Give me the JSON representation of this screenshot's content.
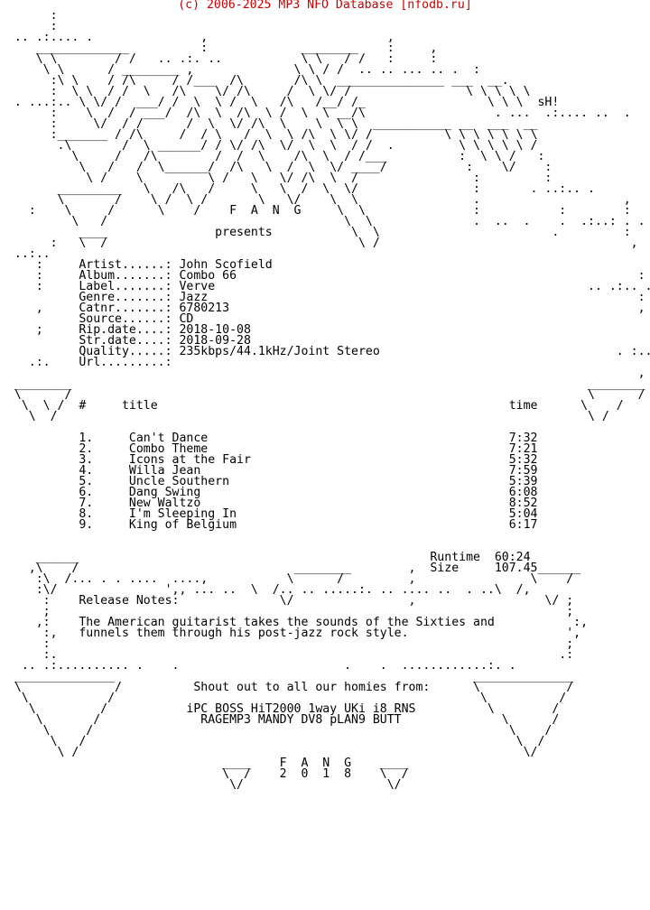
{
  "header": {
    "copyright": "(c) 2006-2025 MP3 NFO Database [nfodb.ru]"
  },
  "nfo_lines": [
    "       :",
    "       :",
    "  .. .:.... .               ,                         ,",
    "     _____________          :             ________    :     ,",
    "     \\ \\        / /   .. .:. ..           \\ \\   / /   :     :",
    "      \\ \\      / ________ ,              \\ \\ / /  .. .. ... .. .  :",
    "       :\\ \\    / /\\     / /___  /\\       /\\ \\  _______________ ___  __.",
    "       :  \\ \\  / /  \\   /\\    \\/ /\\     /  \\ \\/ /                \\ \\ \\ \\ \\",
    "  . ...:.. \\ \\/ /  ___/ /  \\  \\ /  \\   /\\   /__/ /_                 \\ \\ \\  sH!",
    "       :    \\  /  / ___/  /\\  \\  /\\  \\ /  \\  \\ __/\\                  . ...  .:.... ..  .",
    "       :     \\/  / /      /  \\  \\/ /\\  \\    \\  \\ \\  ___________ __  ___  __",
    "       :_______ / /\\     /  / \\   /  \\  \\ /\\  \\ \\/ /          \\ \\ \\ \\ \\ \\ \\",
    "        .\\       /  \\ ______/ / \\/ /\\  \\/  \\  \\  / /  .         \\ \\ \\ \\ \\ /",
    "          \\     /   /\\        /  /  \\    /\\  \\  / /___          :  \\ \\ /   :",
    "           \\   /   /  \\______/  /\\   \\  /  \\  \\/ ____/           :    \\/    :",
    "            \\ /    \\         \\ /   \\   \\/ /\\  \\  /                :         :",
    "        _________   \\   /\\   /     \\   \\  /  \\  \\/                :       . ..:.. .",
    "        \\       /    \\ /  \\ /       \\   \\/    \\  \\                .                    ,",
    "    :    \\     /      \\    /    F  A  N  G     \\  \\               :           :        :",
    "          \\   /                                 \\  \\              .  ..  .    .  .:..: . .",
    "           ____               presents           \\  \\                        .         :",
    "       :   \\  /                                   \\ /                                   ,",
    "  ..:..",
    "     :     Artist......: John Scofield",
    "     :     Album.......: Combo 66                                                        :",
    "     :     Label.......: Verve                                                    .. .:.. .",
    "           Genre.......: Jazz                                                            :",
    "     ,     Catnr.......: 6780213                                                         ,",
    "           Source......: CD",
    "     ;     Rip.date....: 2018-10-08",
    "           Str.date....: 2018-09-28",
    "           Quality.....: 235kbps/44.1kHz/Joint Stereo                                 . :..",
    "    .:.    Url.........:",
    "                                                                                         ,",
    "  ________                                                                        ________",
    "  \\      /                                                                        \\      /",
    "   \\  \\ /  #     title                                                 time      \\    /",
    "    \\  /                                                                          \\ /",
    "",
    "           1.     Can't Dance                                          7:32",
    "           2.     Combo Theme                                          7:21",
    "           3.     Icons at the Fair                                    5:32",
    "           4.     Willa Jean                                           7:59",
    "           5.     Uncle Southern                                       5:39",
    "           6.     Dang Swing                                           6:08",
    "           7.     New Waltzo                                           8:52",
    "           8.     I'm Sleeping In                                      5:04",
    "           9.     King of Belgium                                      6:17",
    "",
    "",
    "     ______                                                 Runtime  60:24",
    "    ,\\    /                              ________        ,  Size     107.45______",
    "     :\\  /... . . ....  ....,           \\      /         ,                \\    /",
    "     :\\/               ',, ... ..  \\  /.. .. .....:. .. .... ..  . ..\\  /,",
    "      :    Release Notes:              \\/                ,                  \\/ ;",
    "      ;                                                                        ;",
    "     ,:    The American guitarist takes the sounds of the Sixties and           :,",
    "      :,   funnels them through his post-jazz rock style.                      ',",
    "      :                                                                        ;",
    "      :.                                                                      .:",
    "   .. .:.......... .    .                       .    .  ............:. .",
    "  ______________                                                  ______________",
    "  \\             /          Shout out to all our homies from:      \\            /",
    "   \\           /                                                   \\          /",
    "    \\         /           iPC BOSS HiT2000 1way UKi i8 RNS          \\        /",
    "     \\       /              RAGEMP3 MANDY DV8 pLAN9 BUTT              \\      /",
    "      \\     /                                                          \\    /",
    "       \\   /                                                            \\  /",
    "        \\ /                                                              \\/",
    "                               ____    F  A  N  G    ____",
    "                               \\  /    2  0  1  8    \\  /",
    "                                \\/                    \\/"
  ]
}
